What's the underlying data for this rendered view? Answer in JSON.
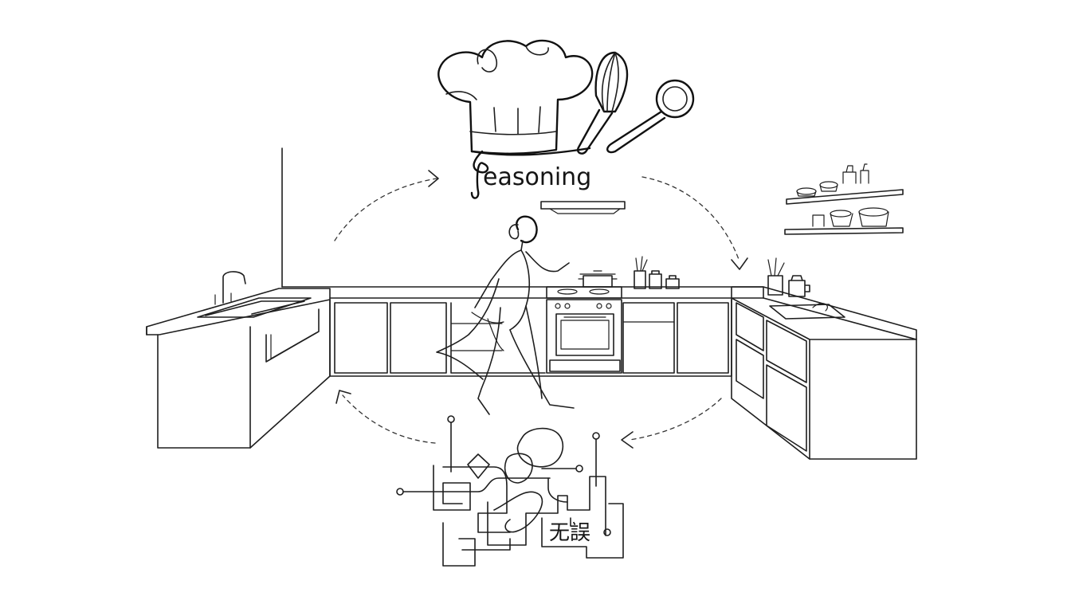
{
  "labels": {
    "top": "easoning",
    "bottom": "无誤"
  },
  "colors": {
    "ink": "#1e1e1e",
    "background": "#ffffff"
  },
  "icons": [
    "chef-hat-icon",
    "whisk-icon",
    "ladle-icon",
    "woman-walking-figure",
    "kitchen-illustration",
    "circuit-tangle-icon"
  ]
}
